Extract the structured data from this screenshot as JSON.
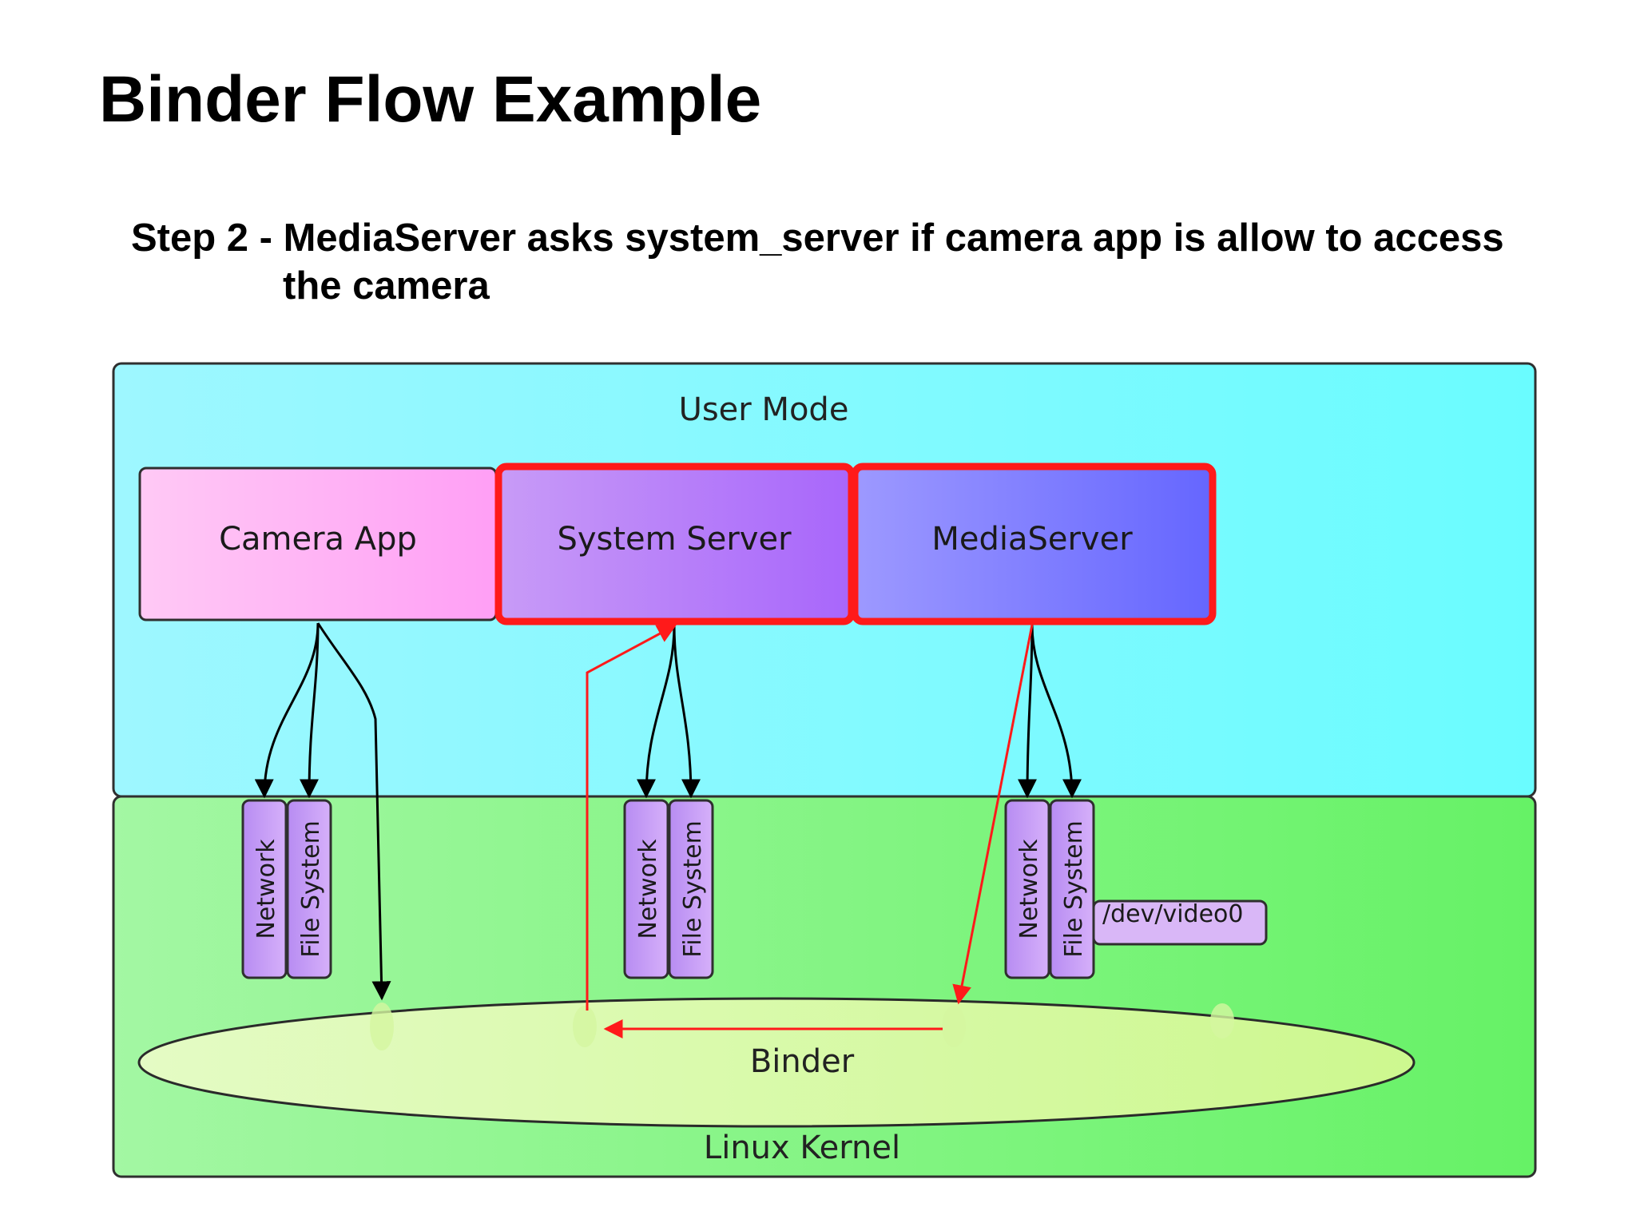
{
  "slide": {
    "title": "Binder Flow Example",
    "subtitle_line1": "Step 2 - MediaServer asks system_server if camera app is allow to access",
    "subtitle_line2": "the camera"
  },
  "diagram": {
    "user_mode_label": "User Mode",
    "kernel_label": "Linux Kernel",
    "binder_label": "Binder",
    "processes": {
      "camera_app": "Camera App",
      "system_server": "System Server",
      "media_server": "MediaServer"
    },
    "drivers": {
      "network": "Network",
      "file_system": "File System",
      "dev_video": "/dev/video0"
    },
    "colors": {
      "user_mode_bg": "#80ffff",
      "kernel_bg": "#80f580",
      "highlight_border": "#ff1a1a",
      "flow_arrow": "#ff2020",
      "driver_box": "#c89cf5"
    }
  }
}
